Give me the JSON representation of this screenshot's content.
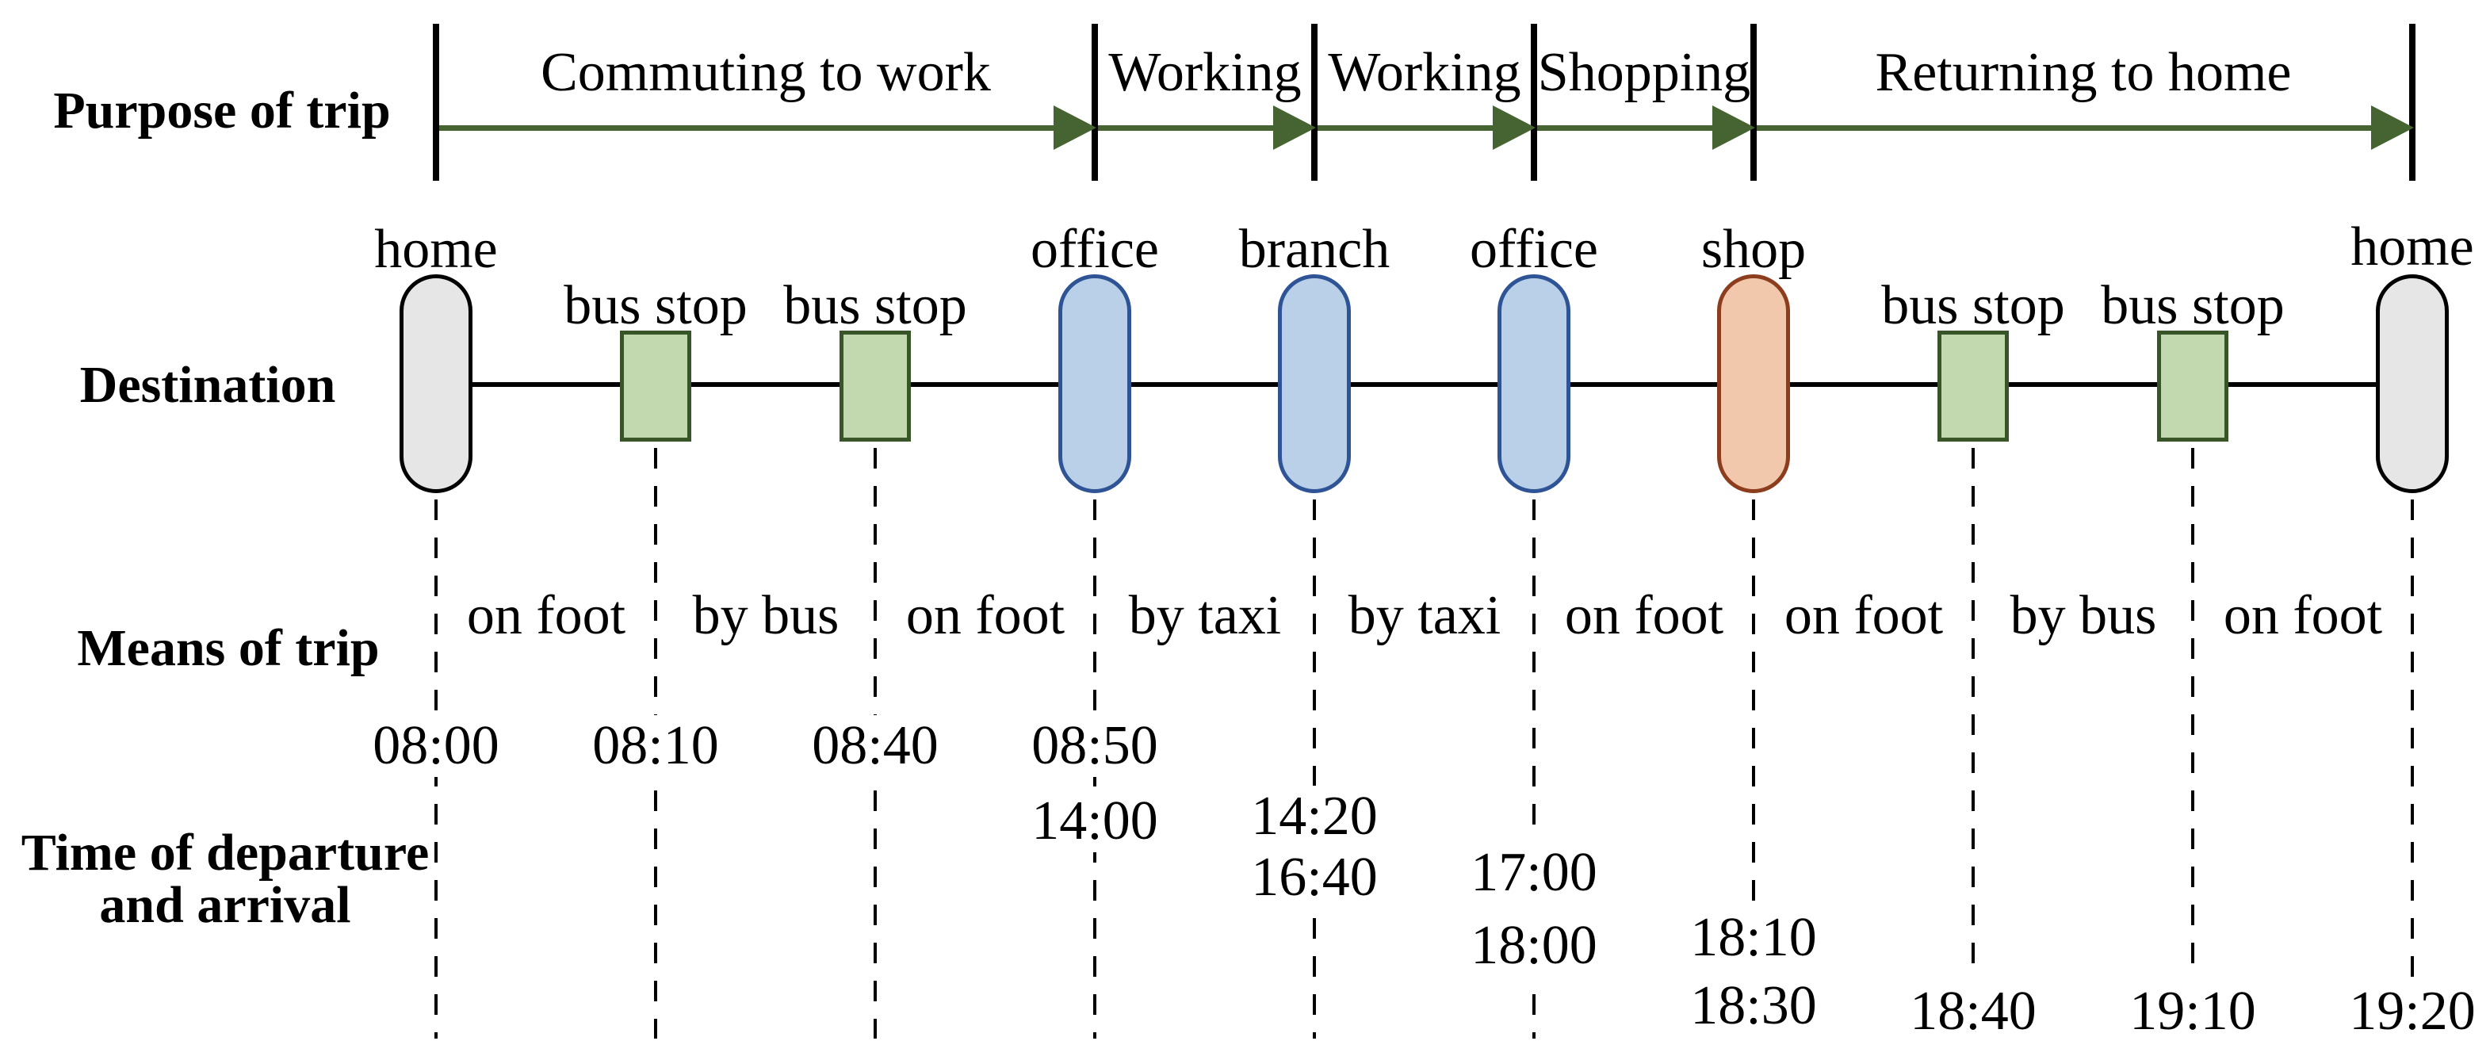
{
  "colors": {
    "arrow-green": "#456431",
    "bus-fill": "#c2d9b0",
    "bus-border": "#375527",
    "office-fill": "#b9d0e8",
    "office-border": "#2f5496",
    "shop-fill": "#f2c8ac",
    "shop-border": "#8c3d1d",
    "home-fill": "#e7e6e6",
    "home-border": "#000000"
  },
  "row_headers": {
    "purpose": "Purpose of trip",
    "destination": "Destination",
    "means": "Means of trip",
    "time_line1": "Time of departure",
    "time_line2": "and arrival"
  },
  "purpose": {
    "segments": [
      "Commuting to work",
      "Working",
      "Working",
      "Shopping",
      "Returning to home"
    ]
  },
  "destination": {
    "nodes": [
      {
        "label": "home",
        "type": "home"
      },
      {
        "label": "bus stop",
        "type": "bus-stop"
      },
      {
        "label": "bus stop",
        "type": "bus-stop"
      },
      {
        "label": "office",
        "type": "office"
      },
      {
        "label": "branch",
        "type": "office"
      },
      {
        "label": "office",
        "type": "office"
      },
      {
        "label": "shop",
        "type": "shop"
      },
      {
        "label": "bus stop",
        "type": "bus-stop"
      },
      {
        "label": "bus stop",
        "type": "bus-stop"
      },
      {
        "label": "home",
        "type": "home"
      }
    ]
  },
  "means": {
    "labels": [
      "on foot",
      "by bus",
      "on foot",
      "by taxi",
      "by taxi",
      "on foot",
      "on foot",
      "by bus",
      "on foot"
    ]
  },
  "times": {
    "values": [
      "08:00",
      "08:10",
      "08:40",
      "08:50",
      "14:00",
      "14:20",
      "16:40",
      "17:00",
      "18:00",
      "18:10",
      "18:30",
      "18:40",
      "19:10",
      "19:20"
    ]
  }
}
